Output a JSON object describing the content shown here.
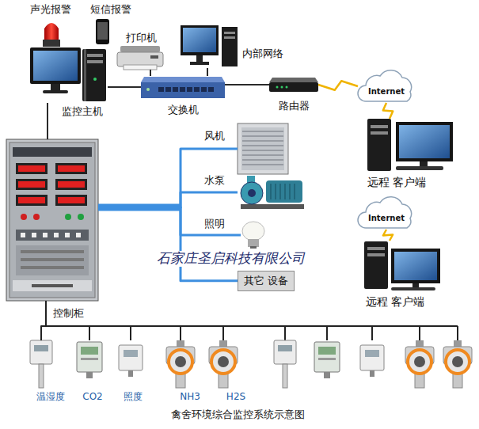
{
  "diagram": {
    "caption": "禽舍环境综合监控系统示意图",
    "nodes": [
      {
        "text": [
          "声光报警"
        ]
      },
      {
        "text": [
          "短信报警"
        ]
      },
      {
        "text": [
          "监控主机"
        ]
      },
      {
        "text": [
          "打印机"
        ]
      },
      {
        "text": [
          "内部网络"
        ]
      },
      {
        "text": [
          "交换机"
        ]
      },
      {
        "text": [
          "路由器"
        ]
      },
      {
        "text": [
          "Internet"
        ]
      },
      {
        "text": [
          "远程 客户端"
        ]
      },
      {
        "text": [
          "Internet"
        ]
      },
      {
        "text": [
          "远程 客户端"
        ]
      },
      {
        "text": [
          "控制柜"
        ]
      },
      {
        "text": [
          "风机"
        ]
      },
      {
        "text": [
          "水泵"
        ]
      },
      {
        "text": [
          "照明"
        ]
      },
      {
        "text": [
          "其它 设备"
        ]
      },
      {
        "text": [
          "温湿度"
        ]
      },
      {
        "text": [
          "CO2"
        ]
      },
      {
        "text": [
          "照度"
        ]
      },
      {
        "text": [
          "NH3"
        ]
      },
      {
        "text": [
          "H2S"
        ]
      }
    ],
    "edges": [
      {
        "from": 2,
        "to": 5,
        "arrow": "none"
      },
      {
        "from": 3,
        "to": 5,
        "arrow": "none"
      },
      {
        "from": 4,
        "to": 5,
        "arrow": "none"
      },
      {
        "from": 5,
        "to": 6,
        "arrow": "none"
      },
      {
        "from": 6,
        "to": 7,
        "arrow": "none"
      },
      {
        "from": 7,
        "to": 8,
        "arrow": "none"
      },
      {
        "from": 9,
        "to": 10,
        "arrow": "none"
      },
      {
        "from": 2,
        "to": 11,
        "arrow": "none"
      },
      {
        "from": 11,
        "to": 12,
        "arrow": "none"
      },
      {
        "from": 11,
        "to": 13,
        "arrow": "none"
      },
      {
        "from": 11,
        "to": 14,
        "arrow": "none"
      },
      {
        "from": 11,
        "to": 15,
        "arrow": "none"
      },
      {
        "from": 11,
        "to": 16,
        "arrow": "none"
      },
      {
        "from": 11,
        "to": 17,
        "arrow": "none"
      },
      {
        "from": 11,
        "to": 18,
        "arrow": "none"
      },
      {
        "from": 11,
        "to": 19,
        "arrow": "none"
      },
      {
        "from": 11,
        "to": 20,
        "arrow": "none"
      }
    ],
    "labels": [
      "石家庄圣启科技有限公司"
    ]
  }
}
